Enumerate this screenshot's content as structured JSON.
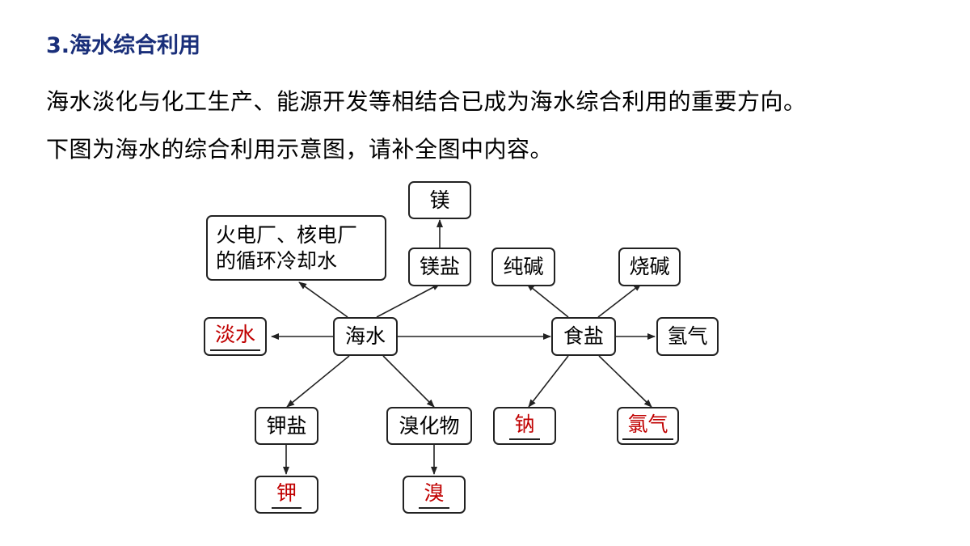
{
  "heading": "3.海水综合利用",
  "paragraph": {
    "line1": "海水淡化与化工生产、能源开发等相结合已成为海水综合利用的重要方向。",
    "line2": "下图为海水的综合利用示意图，请补全图中内容。"
  },
  "diagram": {
    "nodes": {
      "seawater": "海水",
      "magnesium": "镁",
      "magnesium_salt": "镁盐",
      "power_plant_line1": "火电厂、核电厂",
      "power_plant_line2": "的循环冷却水",
      "fresh_water": "淡水",
      "potassium_salt": "钾盐",
      "potassium": "钾",
      "bromide": "溴化物",
      "bromine": "溴",
      "table_salt": "食盐",
      "soda_ash": "纯碱",
      "caustic_soda": "烧碱",
      "hydrogen": "氢气",
      "sodium": "钠",
      "chlorine": "氯气"
    },
    "colors": {
      "answer": "#c00000",
      "heading": "#1a2f7a",
      "stroke": "#222222"
    }
  }
}
